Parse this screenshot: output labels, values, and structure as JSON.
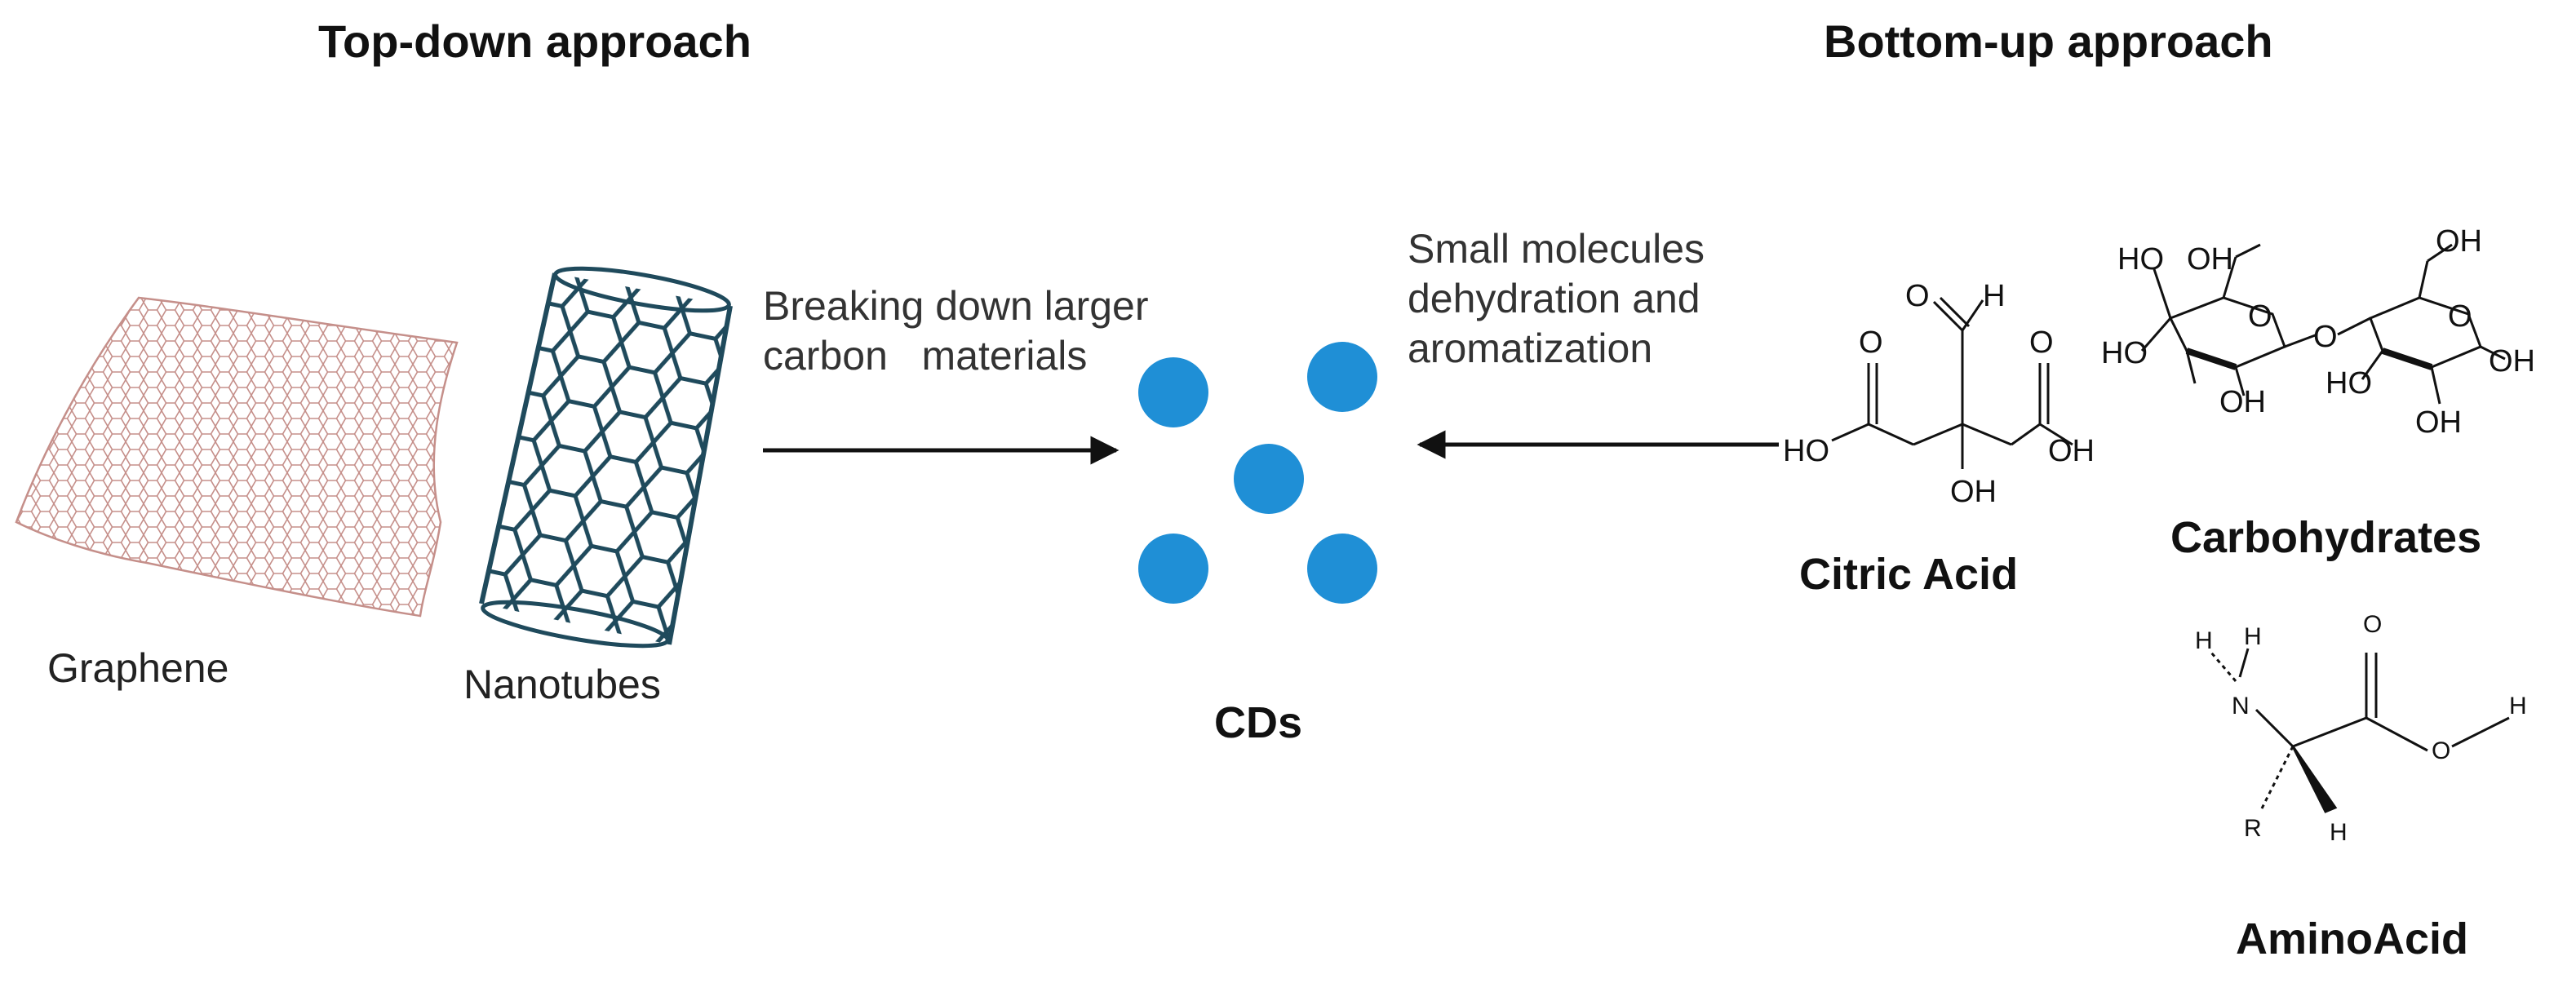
{
  "headings": {
    "top_down": "Top-down approach",
    "bottom_up": "Bottom-up approach"
  },
  "materials": {
    "graphene": "Graphene",
    "nanotubes": "Nanotubes",
    "cds": "CDs"
  },
  "processes": {
    "breaking_down": "Breaking down larger\ncarbon   materials",
    "small_molecules": "Small molecules\ndehydration and\naromatization"
  },
  "precursors": {
    "citric_acid": "Citric Acid",
    "carbohydrates": "Carbohydrates",
    "amino_acid": "AminoAcid"
  },
  "atom_labels": {
    "oh": "OH",
    "ho": "HO",
    "o": "O",
    "h": "H",
    "n": "N",
    "r": "R"
  },
  "colors": {
    "graphene": "#c58f8a",
    "nanotube": "#1f4a5c",
    "dot": "#1f8fd6",
    "arrow": "#111111"
  }
}
